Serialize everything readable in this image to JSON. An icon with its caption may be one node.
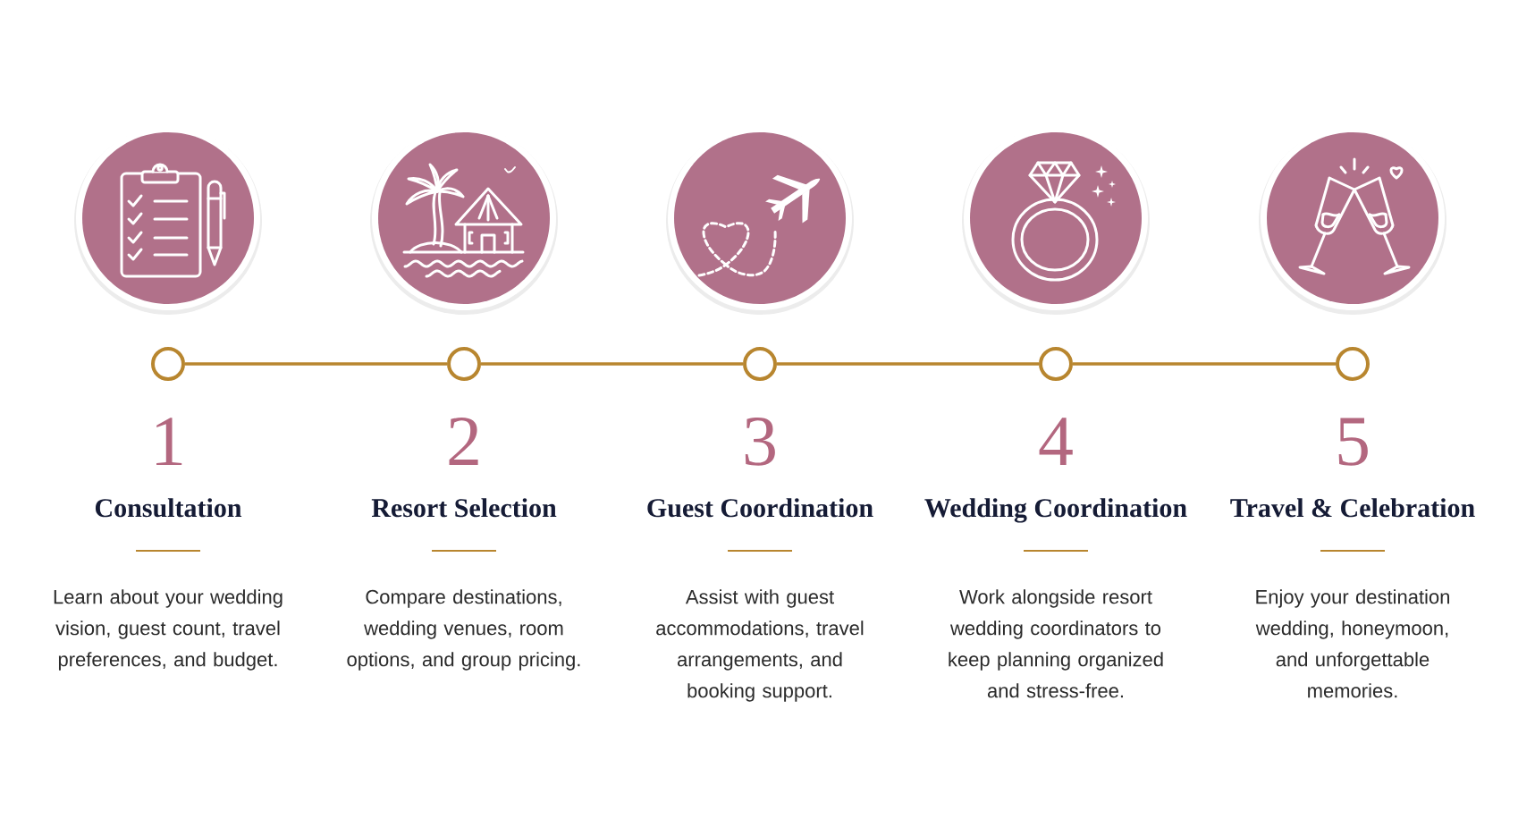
{
  "diagram": {
    "nodes": [
      {
        "text": [],
        "shape": "circle",
        "beside": [
          "1",
          "Consultation",
          "Learn about your wedding vision, guest count, travel preferences, and budget."
        ]
      },
      {
        "text": [],
        "shape": "circle",
        "beside": [
          "2",
          "Resort Selection",
          "Compare destinations, wedding venues, room options, and group pricing."
        ]
      },
      {
        "text": [],
        "shape": "circle",
        "beside": [
          "3",
          "Guest Coordination",
          "Assist with guest accommodations, travel arrangements, and booking support."
        ]
      },
      {
        "text": [],
        "shape": "circle",
        "beside": [
          "4",
          "Wedding Coordination",
          "Work alongside resort wedding coordinators to keep planning organized and stress-free."
        ]
      },
      {
        "text": [],
        "shape": "circle",
        "beside": [
          "5",
          "Travel & Celebration",
          "Enjoy your destination wedding, honeymoon, and unforgettable memories."
        ]
      }
    ],
    "edges": [
      {
        "from": 0,
        "to": 1,
        "arrow": "none"
      },
      {
        "from": 1,
        "to": 2,
        "arrow": "none"
      },
      {
        "from": 2,
        "to": 3,
        "arrow": "none"
      },
      {
        "from": 3,
        "to": 4,
        "arrow": "none"
      }
    ]
  }
}
